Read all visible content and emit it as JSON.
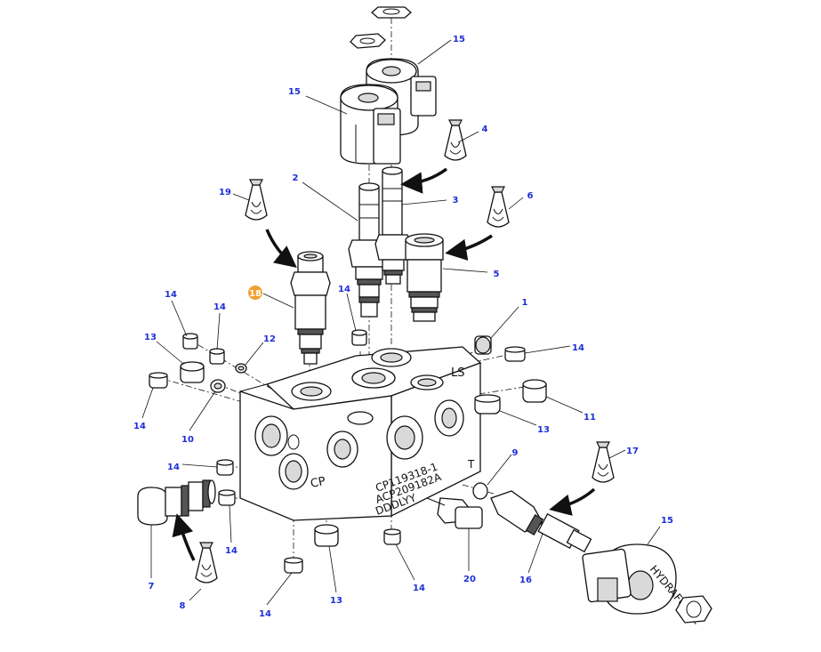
{
  "diagram": {
    "callouts": [
      {
        "label": "15"
      },
      {
        "label": "15"
      },
      {
        "label": "4"
      },
      {
        "label": "2"
      },
      {
        "label": "3"
      },
      {
        "label": "19"
      },
      {
        "label": "6"
      },
      {
        "label": "5"
      },
      {
        "label": "18",
        "highlighted": true
      },
      {
        "label": "14"
      },
      {
        "label": "14"
      },
      {
        "label": "14"
      },
      {
        "label": "1"
      },
      {
        "label": "13"
      },
      {
        "label": "12"
      },
      {
        "label": "14"
      },
      {
        "label": "14"
      },
      {
        "label": "10"
      },
      {
        "label": "11"
      },
      {
        "label": "13"
      },
      {
        "label": "9"
      },
      {
        "label": "17"
      },
      {
        "label": "14"
      },
      {
        "label": "14"
      },
      {
        "label": "7"
      },
      {
        "label": "8"
      },
      {
        "label": "14"
      },
      {
        "label": "13"
      },
      {
        "label": "14"
      },
      {
        "label": "20"
      },
      {
        "label": "16"
      },
      {
        "label": "15"
      }
    ],
    "block_markings": {
      "ls": "LS",
      "cp": "CP",
      "t": "T",
      "part_line_1": "CP119318-1",
      "part_line_2": "ACP209182A",
      "part_line_3": "DDDLYY"
    },
    "coil_marking": "HYDRAFORCE"
  }
}
